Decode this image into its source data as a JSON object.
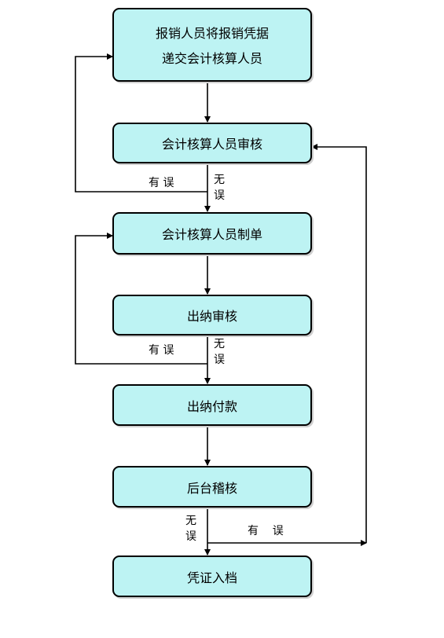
{
  "colors": {
    "box_fill": "#bdf3f3",
    "line": "#000000"
  },
  "steps": [
    {
      "line1": "报销人员将报销凭据",
      "line2": "递交会计核算人员"
    },
    {
      "label": "会计核算人员审核"
    },
    {
      "label": "会计核算人员制单"
    },
    {
      "label": "出纳审核"
    },
    {
      "label": "出纳付款"
    },
    {
      "label": "后台稽核"
    },
    {
      "label": "凭证入档"
    }
  ],
  "branch_labels": {
    "error_1": "有 误",
    "ok_1_a": "无",
    "ok_1_b": "误",
    "error_2": "有 误",
    "ok_2_a": "无",
    "ok_2_b": "误",
    "ok_3_a": "无",
    "ok_3_b": "误",
    "error_3": "有    误"
  }
}
